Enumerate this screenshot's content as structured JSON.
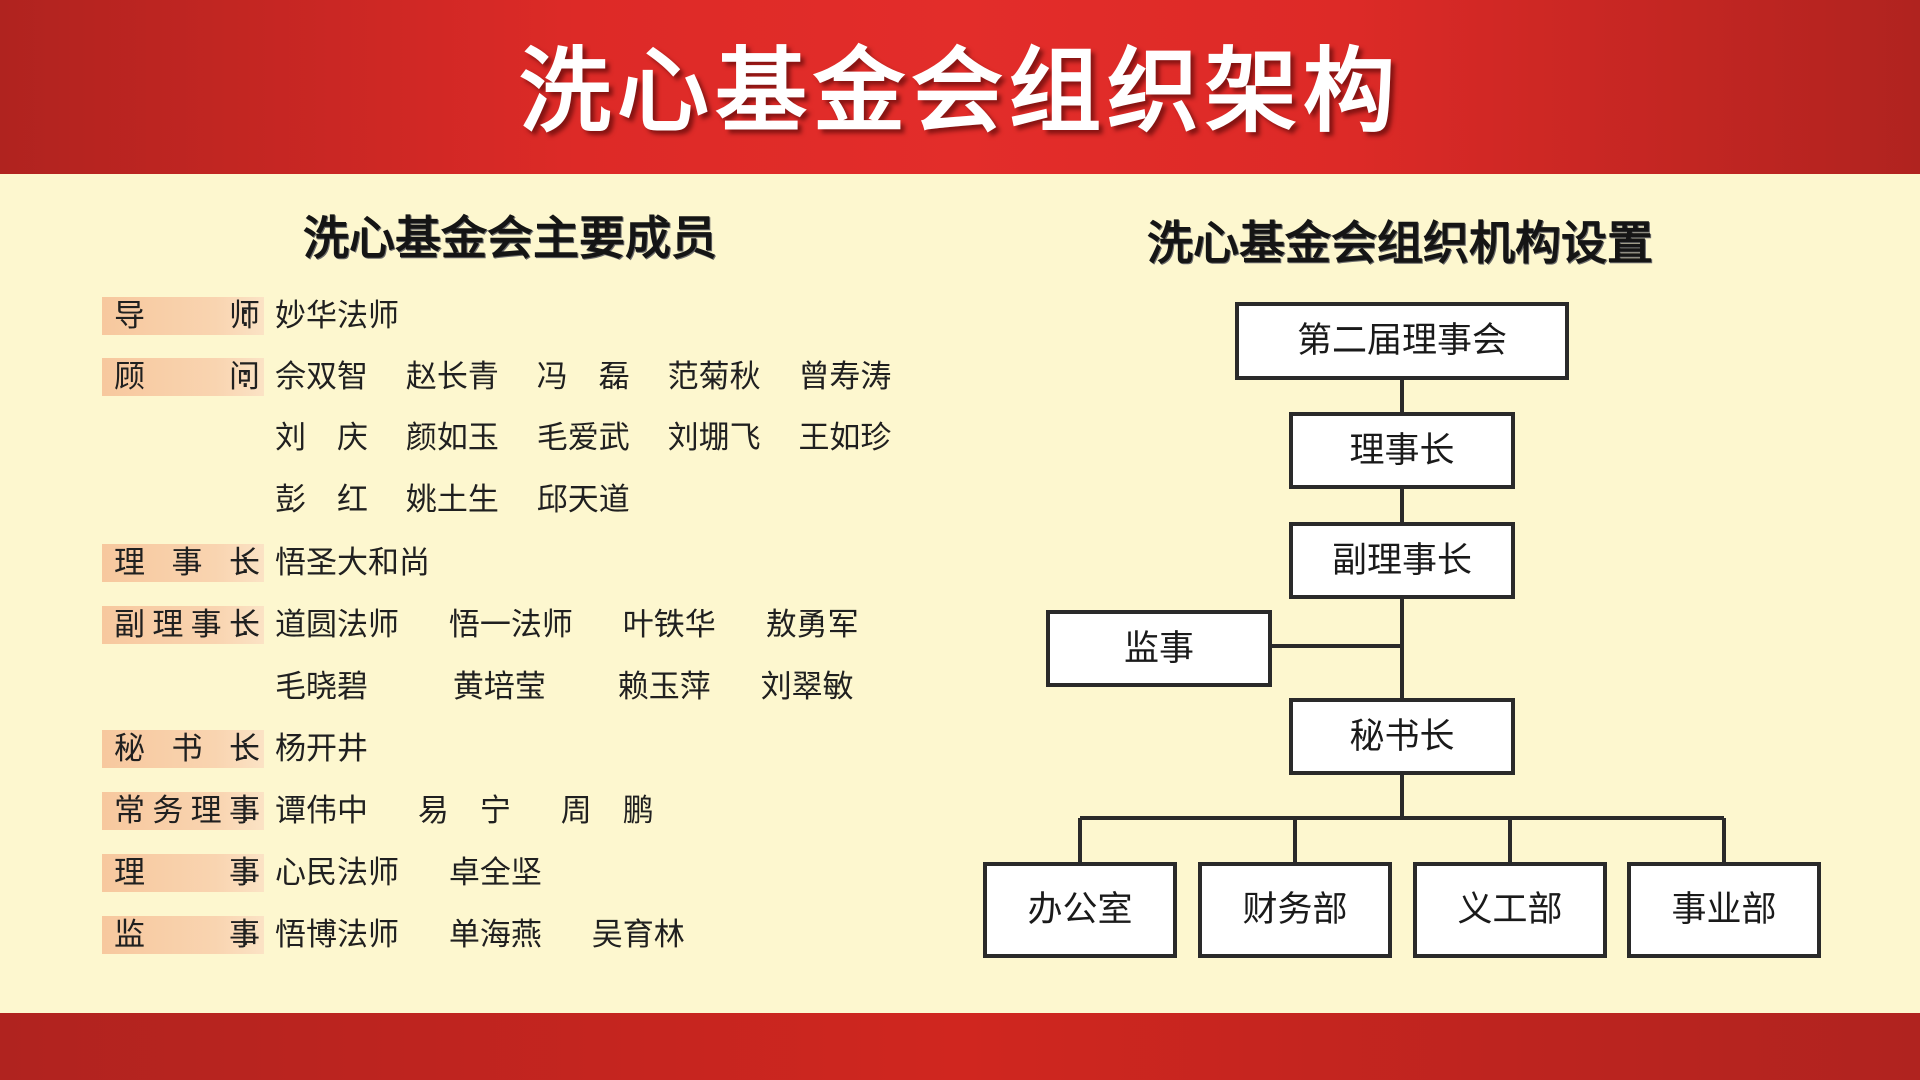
{
  "header": {
    "title": "洗心基金会组织架构"
  },
  "members": {
    "title": "洗心基金会主要成员",
    "groups": [
      {
        "role": "导师",
        "names": [
          "妙华法师"
        ]
      },
      {
        "role": "顾问",
        "names": [
          "佘双智",
          "赵长青",
          "冯　磊",
          "范菊秋",
          "曾寿涛",
          "刘　庆",
          "颜如玉",
          "毛爱武",
          "刘堋飞",
          "王如珍",
          "彭　红",
          "姚土生",
          "邱天道"
        ]
      },
      {
        "role": "理事长",
        "names": [
          "悟圣大和尚"
        ]
      },
      {
        "role": "副理事长",
        "names": [
          "道圆法师",
          "悟一法师",
          "叶铁华",
          "敖勇军",
          "毛晓碧",
          "黄培莹",
          "赖玉萍",
          "刘翠敏"
        ]
      },
      {
        "role": "秘书长",
        "names": [
          "杨开井"
        ]
      },
      {
        "role": "常务理事",
        "names": [
          "谭伟中",
          "易　宁",
          "周　鹏"
        ]
      },
      {
        "role": "理事",
        "names": [
          "心民法师",
          "卓全坚"
        ]
      },
      {
        "role": "监事",
        "names": [
          "悟博法师",
          "单海燕",
          "吴育林"
        ]
      }
    ]
  },
  "org": {
    "title": "洗心基金会组织机构设置",
    "nodes": {
      "board": "第二届理事会",
      "chairman": "理事长",
      "vice_chairman": "副理事长",
      "supervisor": "监事",
      "secretary_general": "秘书长",
      "departments": [
        "办公室",
        "财务部",
        "义工部",
        "事业部"
      ]
    }
  },
  "colors": {
    "header_red": "#dd2a27",
    "background": "#fdf7cf",
    "label_peach": "#f7c89e",
    "box_border": "#2a2a2a"
  }
}
